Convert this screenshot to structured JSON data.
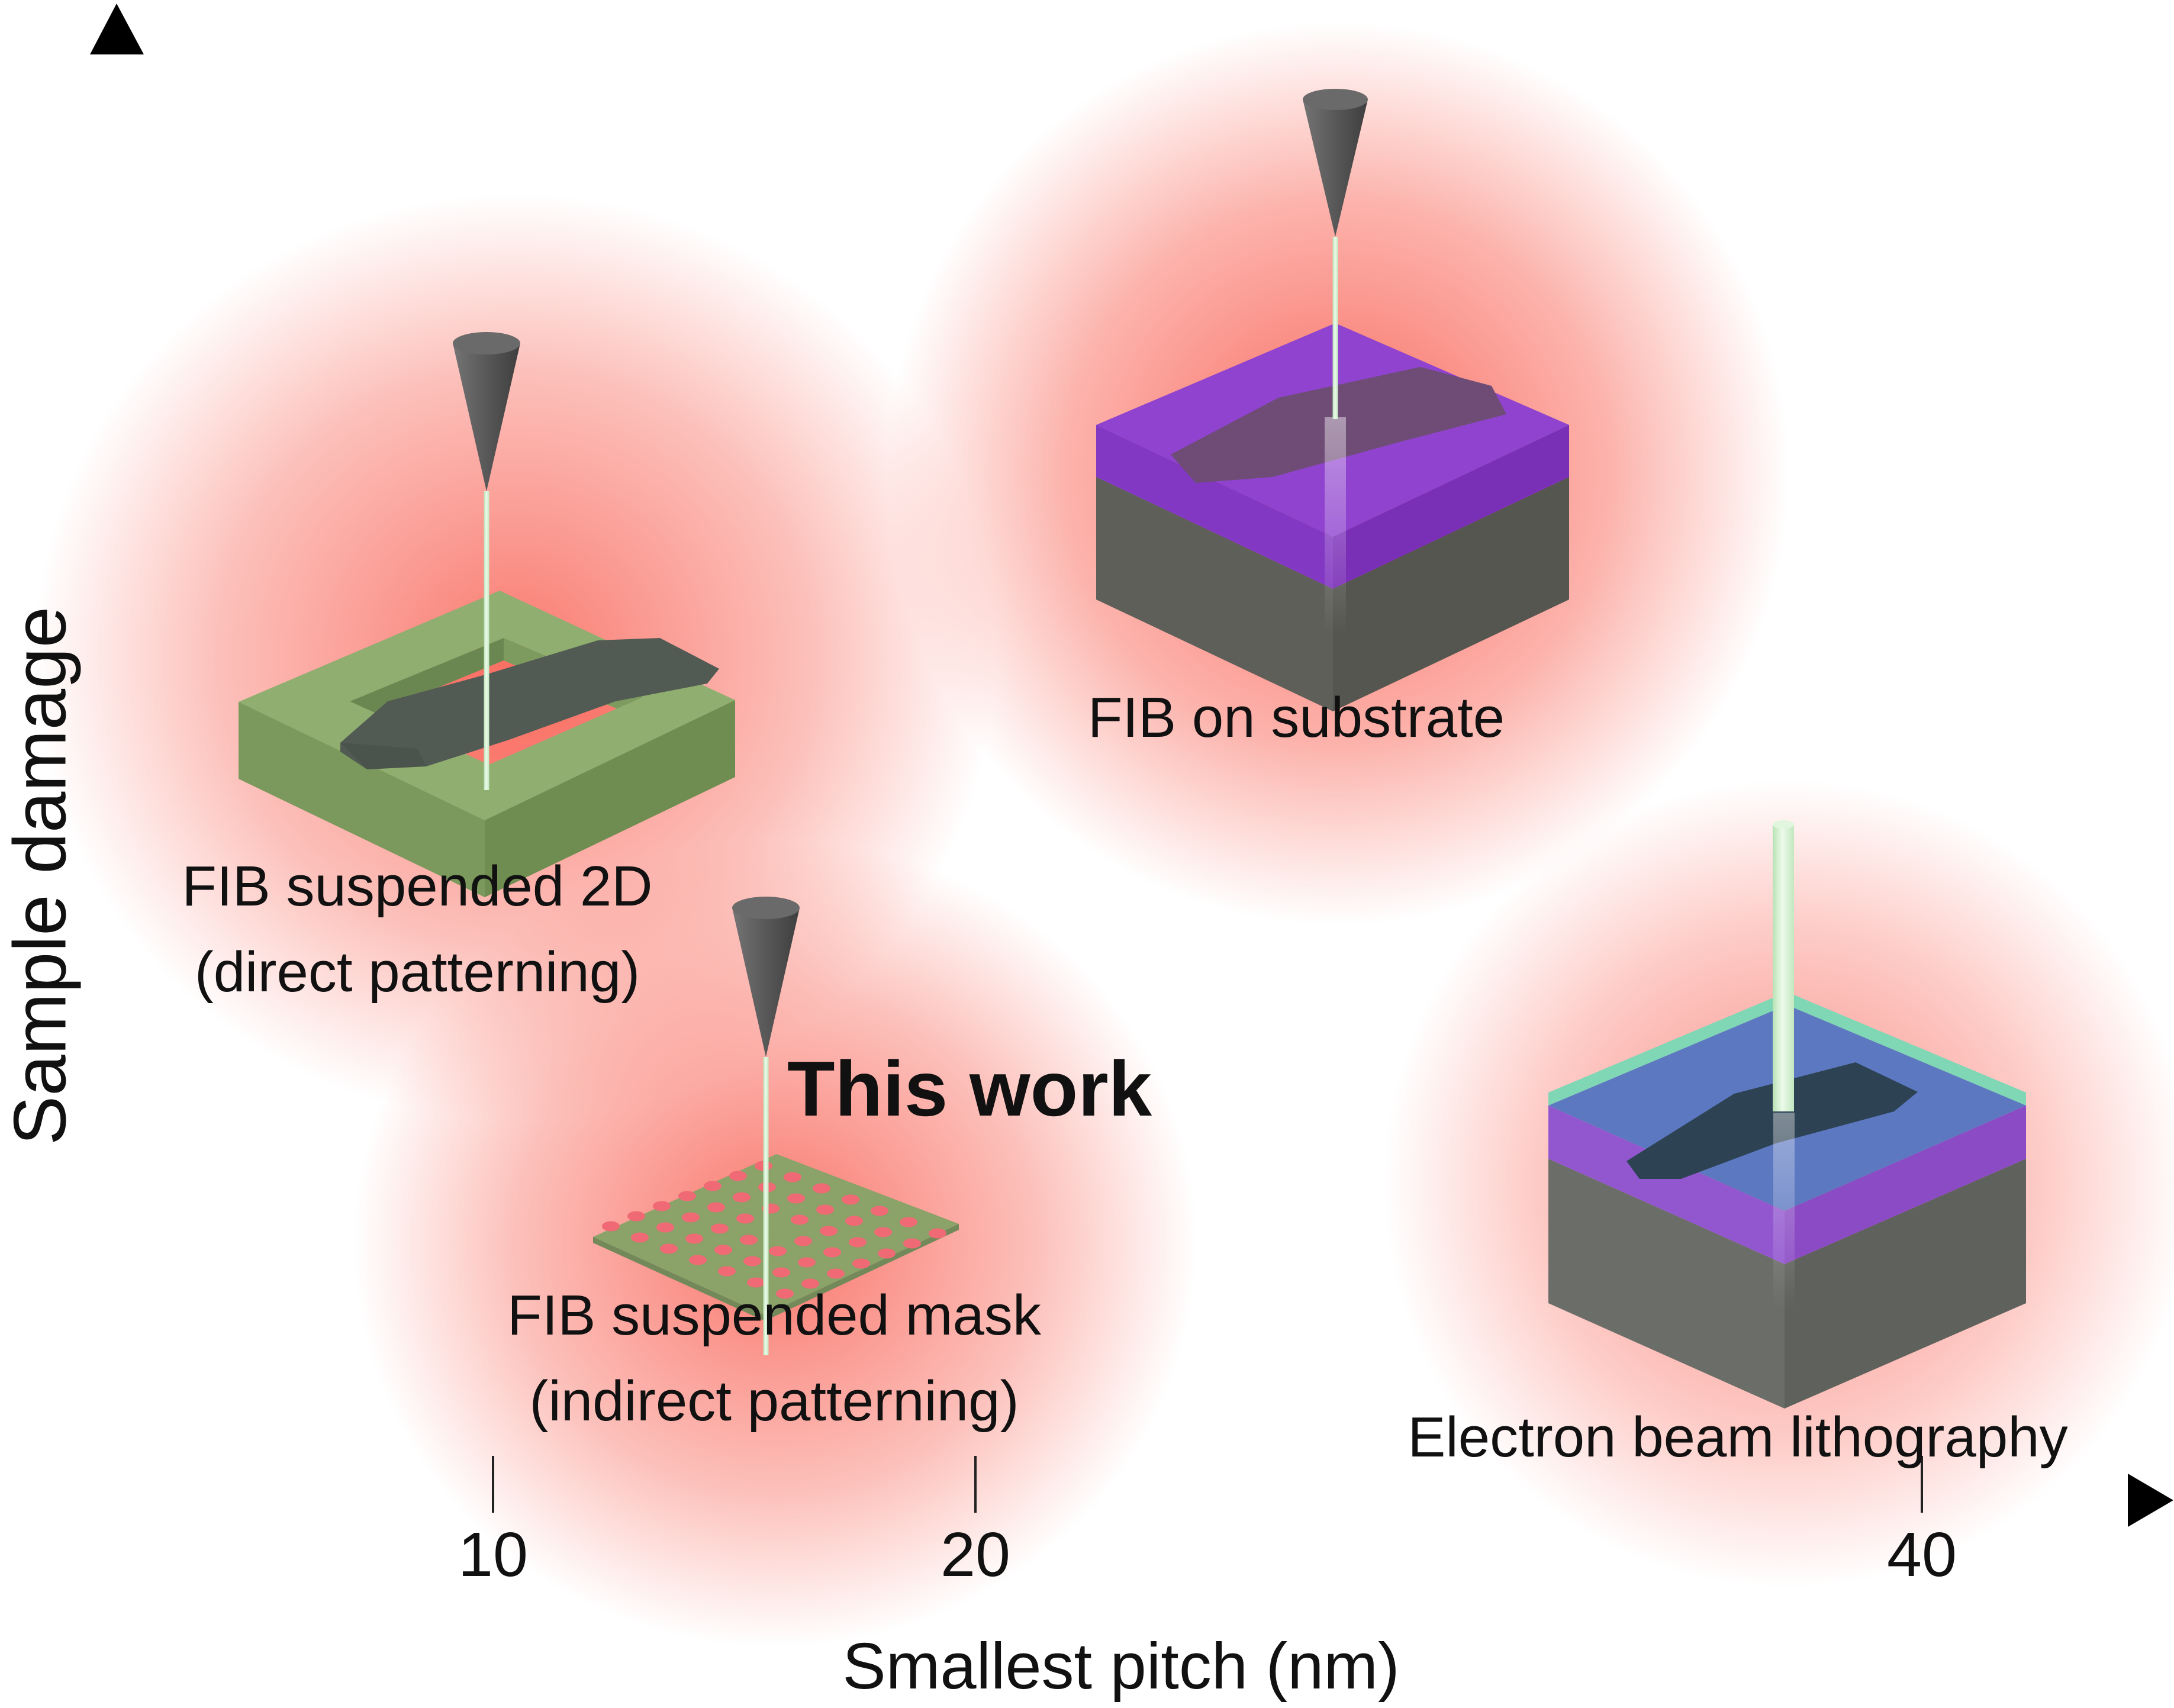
{
  "axes": {
    "y": {
      "label": "Sample damage"
    },
    "x": {
      "label": "Smallest pitch (nm)",
      "ticks": [
        "10",
        "20",
        "40"
      ]
    }
  },
  "methods": [
    {
      "id": "fib-suspended-2d",
      "line1": "FIB suspended 2D",
      "line2": "(direct patterning)"
    },
    {
      "id": "fib-on-substrate",
      "line1": "FIB on substrate"
    },
    {
      "id": "fib-suspended-mask",
      "line1": "FIB suspended mask",
      "line2": "(indirect patterning)",
      "highlight": "This work"
    },
    {
      "id": "electron-beam-lithography",
      "line1": "Electron beam lithography"
    }
  ],
  "colors": {
    "text": "#111111",
    "glow-red": "#f8645a",
    "frame-green-top": "#8fae6f",
    "frame-green-left": "#7b995c",
    "frame-green-right": "#6f8d51",
    "frame-wall-dark": "#6b8751",
    "frame-wall-light": "#7d9a5f",
    "mask-green": "#8ba269",
    "mask-green-edge": "#74895a",
    "hole-pink": "#ef6a74",
    "flake-gray": "#525a54",
    "flake-purple": "#6f4c76",
    "flake-slate": "#2d4253",
    "resist-purple-top": "#8f43cf",
    "resist-purple-left": "#8238c2",
    "resist-purple-right": "#7a2fb7",
    "substrate-gray-left": "#5d5f58",
    "substrate-gray-right": "#54564f",
    "ebl-blue-top": "#5c78c1",
    "ebl-purple-left": "#9257cf",
    "ebl-purple-right": "#8a4bc4",
    "ebl-gray-left": "#6b6d68",
    "ebl-gray-right": "#5f615c",
    "teal-rim": "#7fd7b5",
    "cone-cap-gray": "#6a6a6a",
    "beam-green": "#d9f2d6",
    "arrow-black": "#000000"
  }
}
